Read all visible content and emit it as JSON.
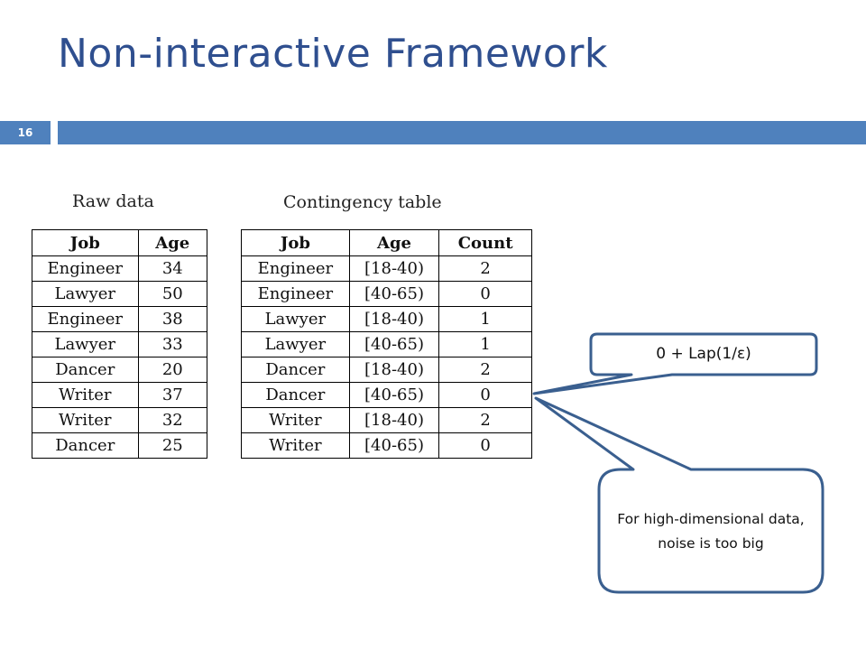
{
  "slide": {
    "title": "Non-interactive Framework",
    "number": "16"
  },
  "raw_data": {
    "caption": "Raw data",
    "headers": [
      "Job",
      "Age"
    ],
    "rows": [
      [
        "Engineer",
        "34"
      ],
      [
        "Lawyer",
        "50"
      ],
      [
        "Engineer",
        "38"
      ],
      [
        "Lawyer",
        "33"
      ],
      [
        "Dancer",
        "20"
      ],
      [
        "Writer",
        "37"
      ],
      [
        "Writer",
        "32"
      ],
      [
        "Dancer",
        "25"
      ]
    ]
  },
  "contingency": {
    "caption": "Contingency table",
    "headers": [
      "Job",
      "Age",
      "Count"
    ],
    "rows": [
      [
        "Engineer",
        "[18-40)",
        "2"
      ],
      [
        "Engineer",
        "[40-65)",
        "0"
      ],
      [
        "Lawyer",
        "[18-40)",
        "1"
      ],
      [
        "Lawyer",
        "[40-65)",
        "1"
      ],
      [
        "Dancer",
        "[18-40)",
        "2"
      ],
      [
        "Dancer",
        "[40-65)",
        "0"
      ],
      [
        "Writer",
        "[18-40)",
        "2"
      ],
      [
        "Writer",
        "[40-65)",
        "0"
      ]
    ]
  },
  "callouts": {
    "noise": "0 + Lap(1/ε)",
    "note": "For high-dimensional data, noise is too big"
  },
  "colors": {
    "title": "#2f4f8f",
    "bar": "#4f81bd",
    "callout_border": "#3a5f8f"
  }
}
